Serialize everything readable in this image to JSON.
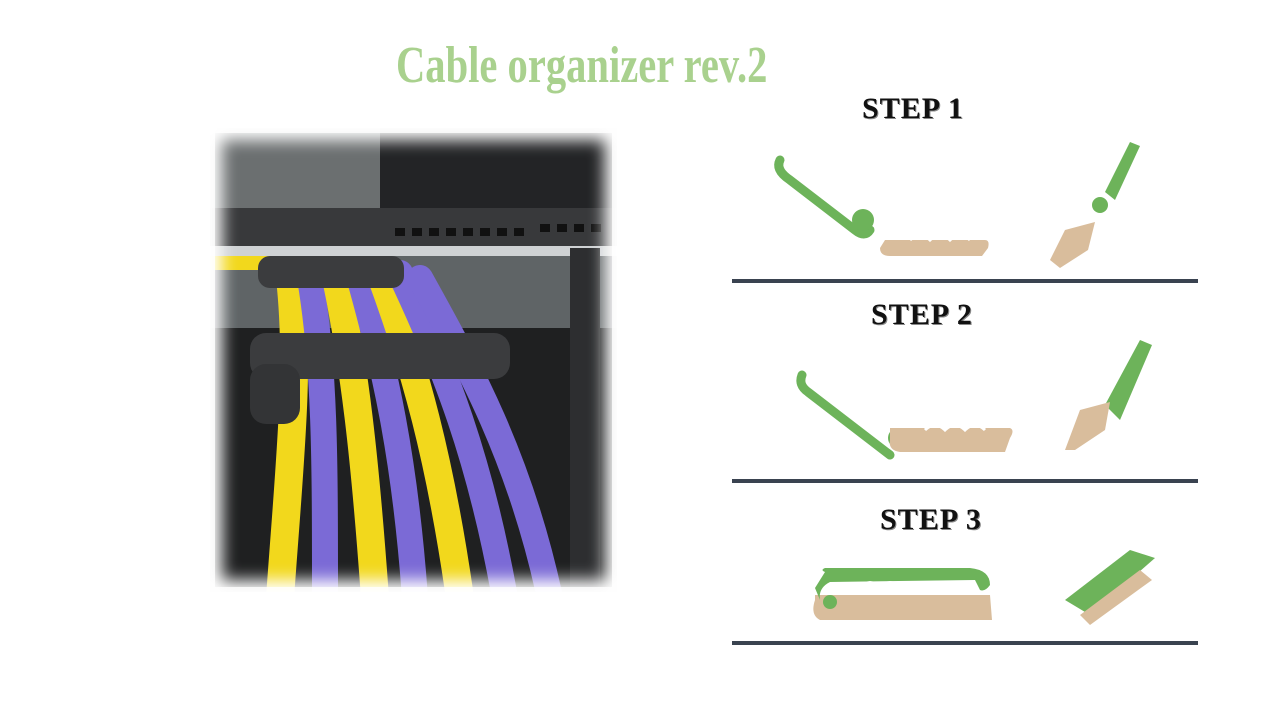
{
  "slide": {
    "title": "Cable organizer rev.2",
    "title_color": "#a9d18e",
    "divider_color": "#3a4350"
  },
  "photo": {
    "description": "Photo of yellow and purple network cables bundled by two dark gray 3D-printed cable organizers in a server rack patch panel",
    "cable_colors": [
      "#f2d81c",
      "#7b6ad6"
    ],
    "clip_color": "#3b3c3e"
  },
  "steps": [
    {
      "label": "STEP 1",
      "description": "Green arm detached from tan base; arm hinge separated from base"
    },
    {
      "label": "STEP 2",
      "description": "Green arm hinge inserted into tan base, arm open"
    },
    {
      "label": "STEP 3",
      "description": "Green arm closed over tan base, locking cables"
    }
  ],
  "parts": {
    "arm_color": "#6db35a",
    "base_color": "#d9bd9c"
  }
}
